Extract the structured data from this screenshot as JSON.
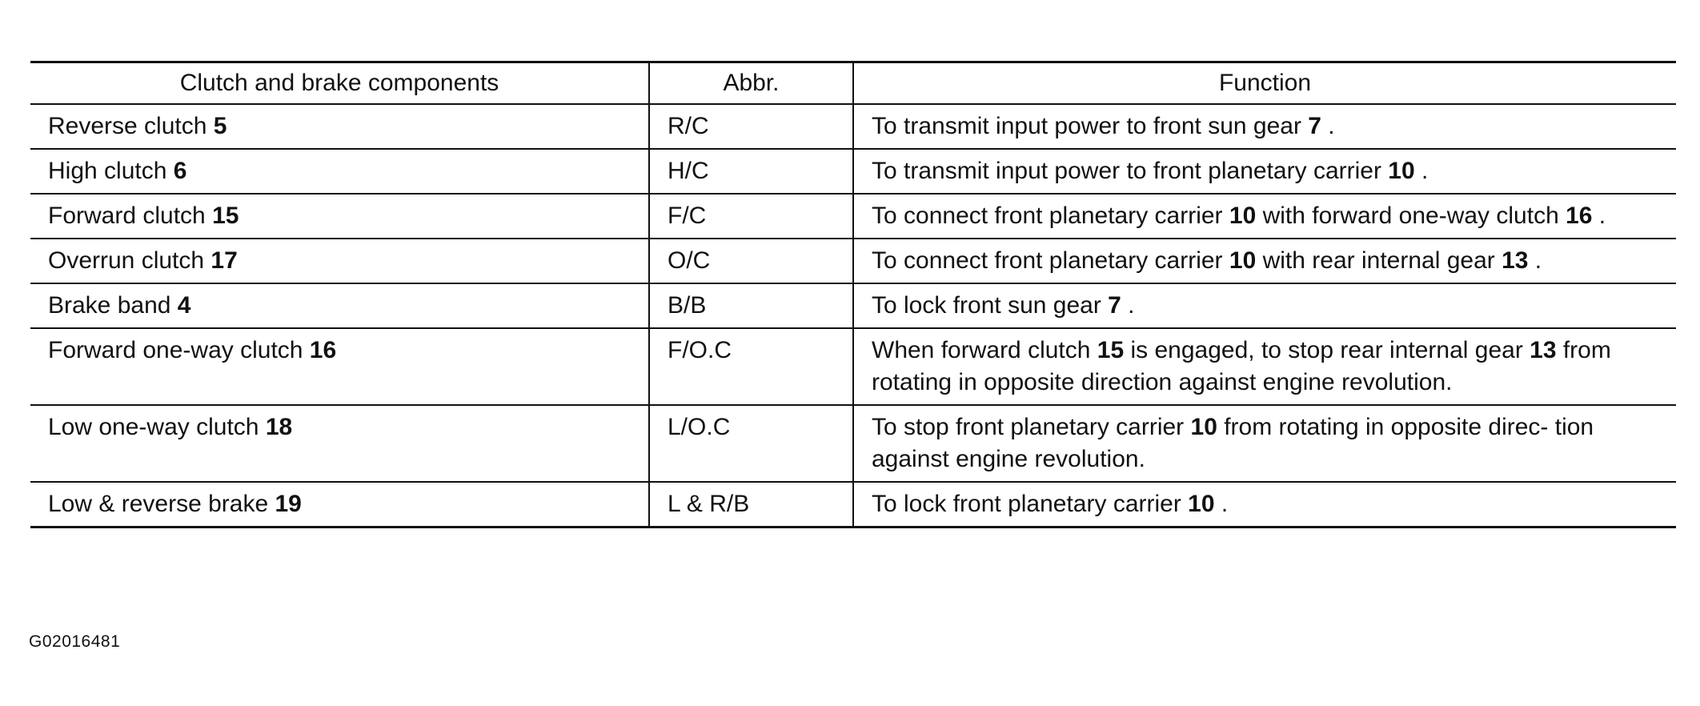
{
  "table": {
    "headers": [
      "Clutch and brake components",
      "Abbr.",
      "Function"
    ],
    "rows": [
      {
        "component": [
          {
            "t": "Reverse clutch "
          },
          {
            "t": "5",
            "b": true
          }
        ],
        "abbr": "R/C",
        "function": [
          {
            "t": "To transmit input power to front sun gear "
          },
          {
            "t": "7",
            "b": true
          },
          {
            "t": " ."
          }
        ]
      },
      {
        "component": [
          {
            "t": "High clutch "
          },
          {
            "t": "6",
            "b": true
          }
        ],
        "abbr": "H/C",
        "function": [
          {
            "t": "To transmit input power to front planetary carrier "
          },
          {
            "t": "10",
            "b": true
          },
          {
            "t": " ."
          }
        ]
      },
      {
        "component": [
          {
            "t": "Forward clutch "
          },
          {
            "t": "15",
            "b": true
          }
        ],
        "abbr": "F/C",
        "function": [
          {
            "t": "To connect front planetary carrier "
          },
          {
            "t": "10",
            "b": true
          },
          {
            "t": "  with forward one-way clutch "
          },
          {
            "t": "16",
            "b": true
          },
          {
            "t": " ."
          }
        ]
      },
      {
        "component": [
          {
            "t": "Overrun clutch "
          },
          {
            "t": "17",
            "b": true
          }
        ],
        "abbr": "O/C",
        "function": [
          {
            "t": "To connect front planetary carrier "
          },
          {
            "t": "10",
            "b": true
          },
          {
            "t": "  with rear internal gear "
          },
          {
            "t": "13",
            "b": true
          },
          {
            "t": " ."
          }
        ]
      },
      {
        "component": [
          {
            "t": "Brake band "
          },
          {
            "t": "4",
            "b": true
          }
        ],
        "abbr": "B/B",
        "function": [
          {
            "t": "To lock front sun gear "
          },
          {
            "t": "7",
            "b": true
          },
          {
            "t": " ."
          }
        ]
      },
      {
        "component": [
          {
            "t": "Forward one-way clutch "
          },
          {
            "t": "16",
            "b": true
          }
        ],
        "abbr": "F/O.C",
        "function": [
          {
            "t": "When forward clutch "
          },
          {
            "t": "15",
            "b": true
          },
          {
            "t": "  is engaged, to stop rear internal gear "
          },
          {
            "t": "13",
            "b": true
          },
          {
            "t": " from rotating in opposite direction against engine revolution."
          }
        ]
      },
      {
        "component": [
          {
            "t": "Low one-way clutch "
          },
          {
            "t": "18",
            "b": true
          }
        ],
        "abbr": "L/O.C",
        "function": [
          {
            "t": "To stop front planetary carrier "
          },
          {
            "t": "10",
            "b": true
          },
          {
            "t": "  from rotating in opposite direc- tion against engine revolution."
          }
        ]
      },
      {
        "component": [
          {
            "t": "Low & reverse brake "
          },
          {
            "t": "19",
            "b": true
          }
        ],
        "abbr": "L & R/B",
        "function": [
          {
            "t": "To lock front planetary carrier "
          },
          {
            "t": "10",
            "b": true
          },
          {
            "t": " ."
          }
        ]
      }
    ]
  },
  "figure_id": "G02016481"
}
